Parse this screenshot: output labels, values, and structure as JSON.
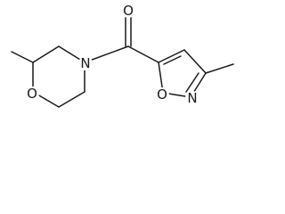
{
  "molecule": {
    "atoms": {
      "carbonyl_oxygen": "O",
      "morpholine_nitrogen": "N",
      "morpholine_oxygen": "O",
      "isoxazole_oxygen": "O",
      "isoxazole_nitrogen": "N"
    },
    "colors": {
      "bond": "#1a1a1a",
      "label": "#1a1a1a",
      "background": "#ffffff"
    }
  }
}
